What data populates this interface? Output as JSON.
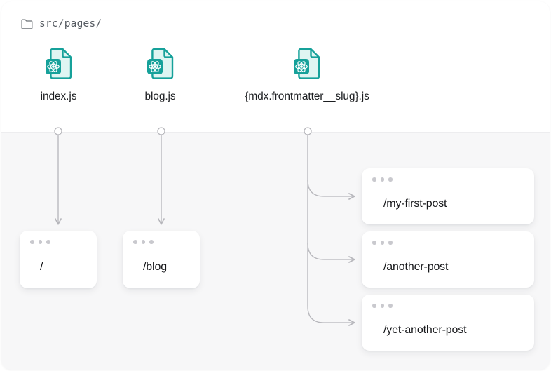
{
  "directory": {
    "icon": "folder-icon",
    "path": "src/pages/"
  },
  "source_files": [
    {
      "icon": "react-file-icon",
      "name": "index.js"
    },
    {
      "icon": "react-file-icon",
      "name": "blog.js"
    },
    {
      "icon": "react-file-icon",
      "name": "{mdx.frontmatter__slug}.js"
    }
  ],
  "routes": {
    "from_index": [
      {
        "label": "/"
      }
    ],
    "from_blog": [
      {
        "label": "/blog"
      }
    ],
    "from_slug": [
      {
        "label": "/my-first-post"
      },
      {
        "label": "/another-post"
      },
      {
        "label": "/yet-another-post"
      }
    ]
  },
  "colors": {
    "page_background": "#ffffff",
    "canvas_background": "#f7f7f8",
    "panel_background": "#ffffff",
    "panel_border": "#ededef",
    "icon_teal": "#16a19a",
    "icon_page_fill": "#dff5f2",
    "connector": "#b6b6bb",
    "card_dot": "#c9c9ce",
    "text_primary": "#17181b",
    "text_muted": "#555a61"
  }
}
